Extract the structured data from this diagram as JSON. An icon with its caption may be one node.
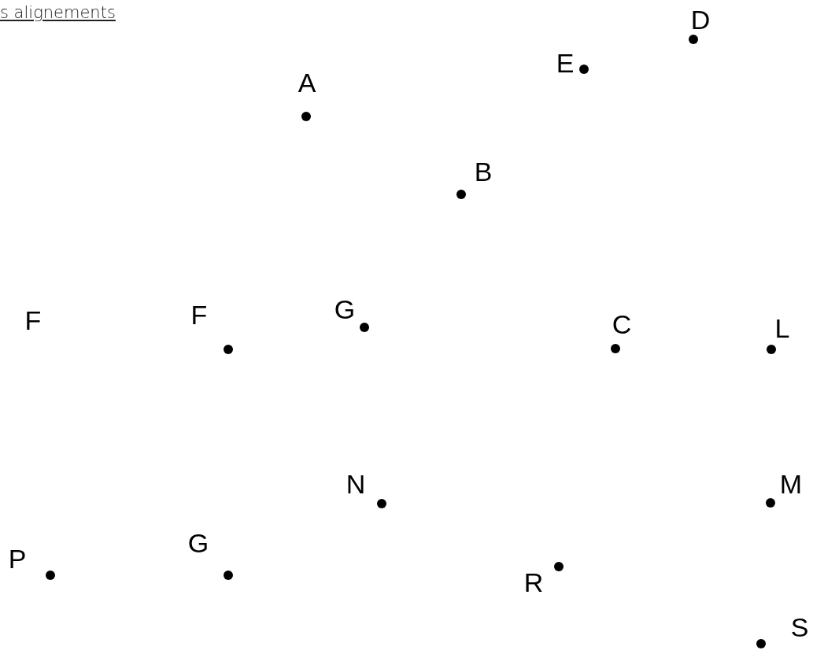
{
  "diagram": {
    "title": "s alignements",
    "labels": [
      "D",
      "E",
      "A",
      "B",
      "F",
      "F",
      "G",
      "C",
      "L",
      "N",
      "M",
      "P",
      "G",
      "R",
      "S"
    ]
  }
}
